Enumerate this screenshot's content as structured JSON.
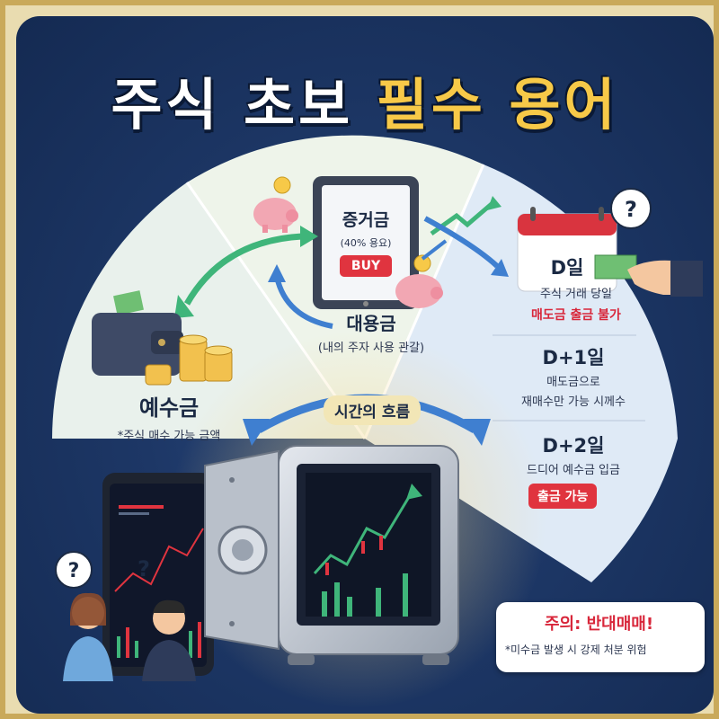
{
  "title": {
    "part1": "주식 초보",
    "part2": "필수 용어"
  },
  "margin": {
    "name": "증거금",
    "note": "(40% 용요)",
    "buy_label": "BUY"
  },
  "deposit": {
    "name": "예수금",
    "note": "*주식 매수 가능 금액"
  },
  "substitute": {
    "name": "대용금",
    "note": "(내의 주자 사용 관갈)"
  },
  "timeline": [
    {
      "day": "D일",
      "line1": "주식 거래 당일",
      "line2": "매도금 출금 불가"
    },
    {
      "day": "D+1일",
      "line1": "매도금으로",
      "line2": "재매수만 가능 시께수"
    },
    {
      "day": "D+2일",
      "line1": "드디어 예수금 입금",
      "badge": "출금 가능"
    }
  ],
  "flow_label": "시간의 흐름",
  "warning": {
    "title": "주의: 반대매매!",
    "sub": "*미수금 발생 시 강제 처분 위험"
  },
  "question_mark": "?",
  "colors": {
    "accent": "#f7c948",
    "danger": "#e0343f",
    "panel": "#1d3766",
    "arrow_green": "#3fb57a",
    "arrow_blue": "#3f7fd0"
  }
}
